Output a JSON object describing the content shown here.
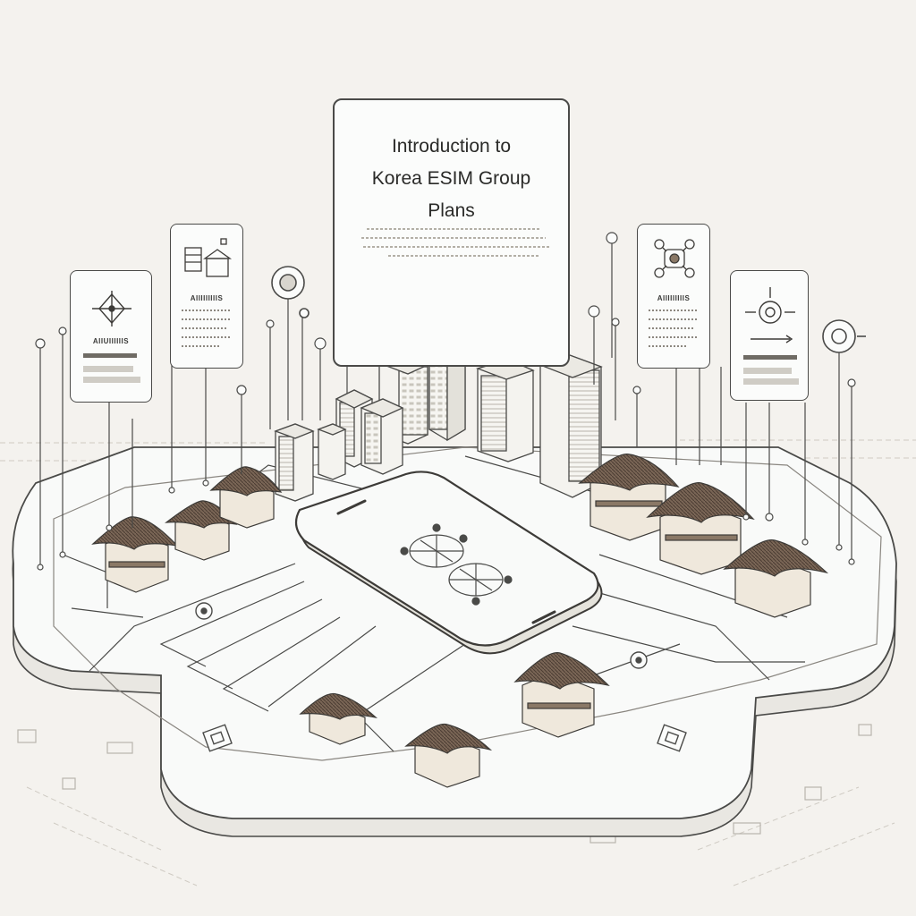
{
  "title": {
    "line1": "Introduction to",
    "line2": "Korea ESIM Group",
    "line3": "Plans"
  },
  "cards": {
    "left_card_label": "AIIUIIIIIIS",
    "upper_left_card_label": "AIIIIIIIIIS",
    "upper_right_card_label": "AIIIIIIIIIS"
  },
  "icons": [
    "target-icon",
    "network-node-icon",
    "crosshair-icon",
    "connector-dot-icon",
    "smartphone-icon",
    "hanok-building-icon",
    "skyscraper-icon",
    "chip-square-icon"
  ],
  "colors": {
    "background": "#f4f2ee",
    "platform": "#fbfcfb",
    "outline": "#4a4a48",
    "roof": "#6b5a4c"
  }
}
